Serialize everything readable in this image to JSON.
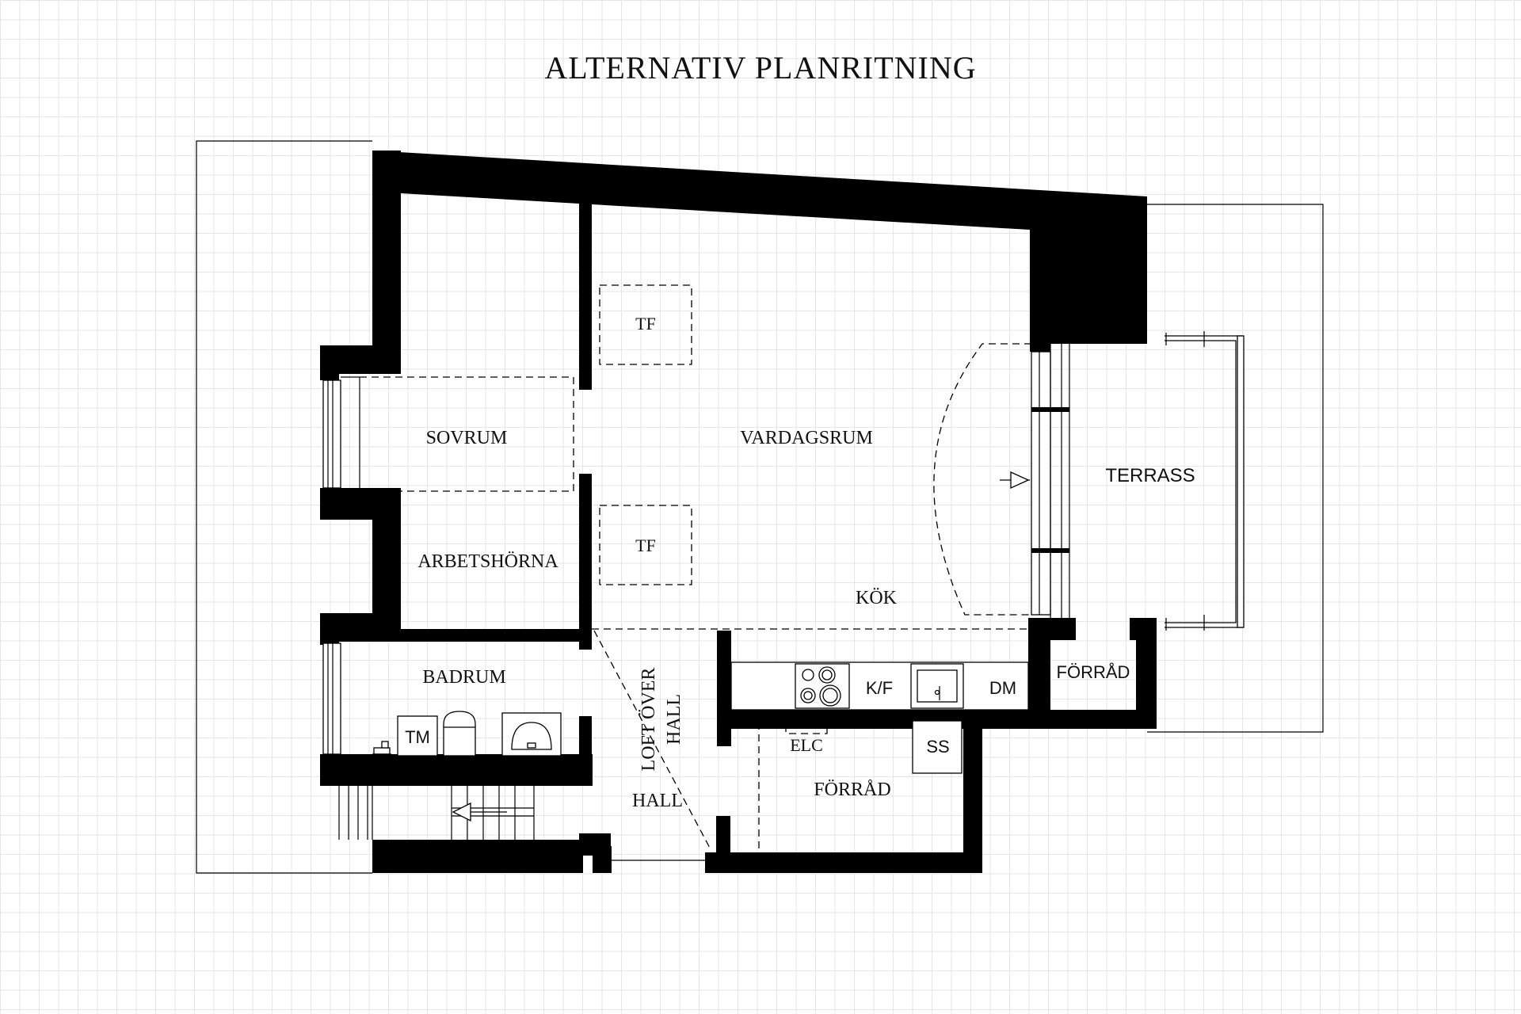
{
  "title": "ALTERNATIV PLANRITNING",
  "rooms": {
    "sovrum": "SOVRUM",
    "vardagsrum": "VARDAGSRUM",
    "terrass": "TERRASS",
    "arbetshorna": "ARBETSHÖRNA",
    "kok": "KÖK",
    "badrum": "BADRUM",
    "forrad_small": "FÖRRÅD",
    "forrad_large": "FÖRRÅD",
    "hall": "HALL",
    "loft_line1": "LOFT ÖVER",
    "loft_line2": "HALL"
  },
  "fixtures": {
    "tf_upper": "TF",
    "tf_lower": "TF",
    "kf": "K/F",
    "dm": "DM",
    "tm": "TM",
    "elc": "ELC",
    "ss": "SS"
  },
  "colors": {
    "wall": "#000000",
    "grid": "#e6e6e6",
    "background": "#ffffff"
  }
}
